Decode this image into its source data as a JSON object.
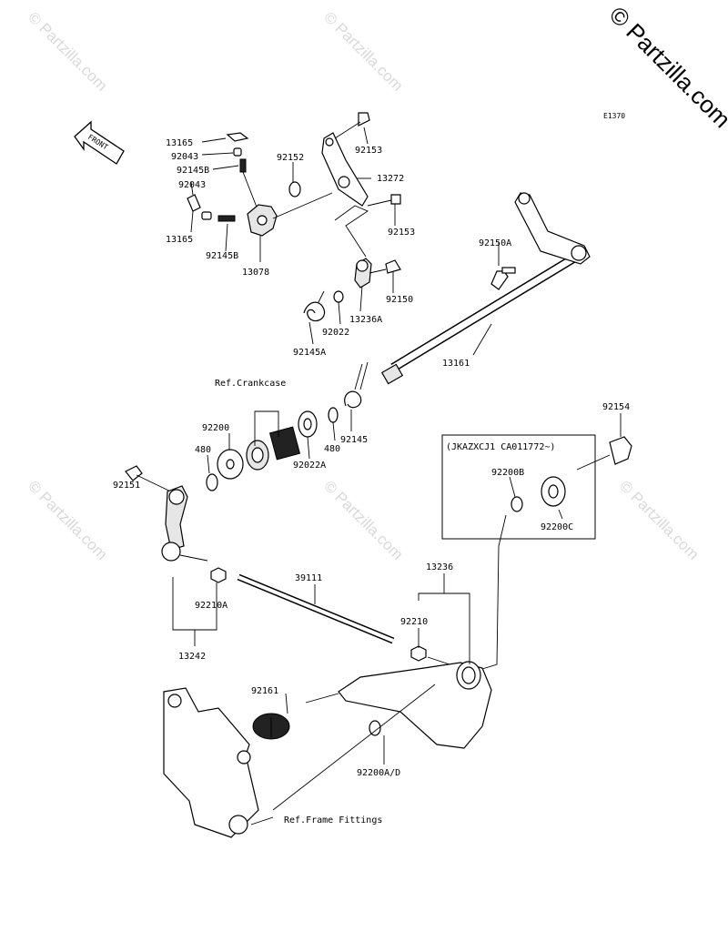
{
  "brand_text": "© Partzilla.com",
  "watermark_text": "© Partzilla.com",
  "diagram_code": "E1370",
  "front_label": "FRONT",
  "variant_note": "(JKAZXCJ1 CA011772~)",
  "refs": {
    "crankcase": "Ref.Crankcase",
    "frame_fittings": "Ref.Frame Fittings"
  },
  "parts": {
    "p13165_top": "13165",
    "p92043_top": "92043",
    "p92145b_top": "92145B",
    "p92043_mid": "92043",
    "p13165_bot": "13165",
    "p92145b_bot": "92145B",
    "p13078": "13078",
    "p92152": "92152",
    "p92153_top": "92153",
    "p13272": "13272",
    "p92153_mid": "92153",
    "p92150a": "92150A",
    "p92150": "92150",
    "p13236a": "13236A",
    "p92022": "92022",
    "p92145a": "92145A",
    "p13161": "13161",
    "p92200": "92200",
    "p480_left": "480",
    "p92022a": "92022A",
    "p480_right": "480",
    "p92145": "92145",
    "p92154": "92154",
    "p92200b": "92200B",
    "p92200c": "92200C",
    "p92151": "92151",
    "p92210a": "92210A",
    "p13242": "13242",
    "p39111": "39111",
    "p13236": "13236",
    "p92210": "92210",
    "p92161": "92161",
    "p92200ad": "92200A/D"
  }
}
